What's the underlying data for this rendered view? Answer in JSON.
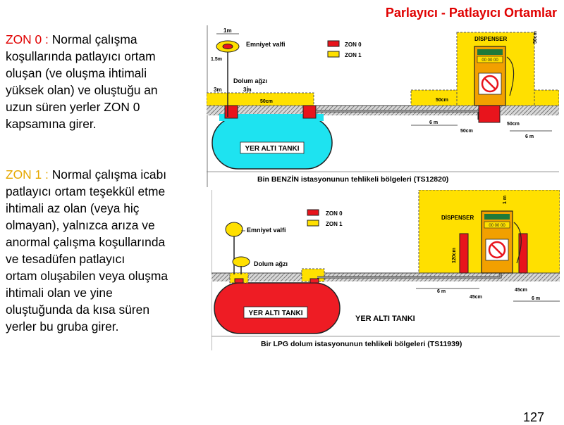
{
  "title": "Parlayıcı - Patlayıcı Ortamlar",
  "zone0": {
    "label": "ZON 0 :",
    "lines": [
      " Normal çalışma",
      "koşullarında patlayıcı ortam",
      "oluşan (ve oluşma ihtimali",
      "yüksek olan) ve oluştuğu an",
      "uzun süren yerler ZON 0",
      "kapsamına girer."
    ]
  },
  "zone1": {
    "label": "ZON 1 :",
    "lines": [
      " Normal çalışma icabı",
      "patlayıcı ortam teşekkül etme",
      "ihtimali az olan (veya hiç",
      "olmayan), yalnızca arıza ve",
      "anormal çalışma koşullarında",
      "ve tesadüfen patlayıcı",
      "ortam oluşabilen veya oluşma",
      "ihtimali olan ve yine",
      "oluştuğunda da kısa süren",
      "yerler bu gruba girer."
    ]
  },
  "diagram1": {
    "caption": "Bin BENZİN istasyonunun tehlikeli bölgeleri (TS12820)",
    "tank": "YER ALTI TANKI",
    "valve": "Emniyet valfi",
    "fill": "Dolum ağzı",
    "dispenser": "DİSPENSER",
    "legend_zon0": "ZON 0",
    "legend_zon1": "ZON 1",
    "d_1m": "1m",
    "d_15m": "1.5m",
    "d_3m_a": "3m",
    "d_3m_b": "3m",
    "d_50cm_a": "50cm",
    "d_50cm_b": "50cm",
    "d_50cm_c": "50cm",
    "d_50cm_d": "50cm",
    "d_50cm_e": "50cm",
    "d_6m_a": "6 m",
    "d_6m_b": "6 m",
    "pump_display": "00 00 00"
  },
  "diagram2": {
    "caption": "Bir LPG dolum istasyonunun tehlikeli bölgeleri (TS11939)",
    "tank": "YER ALTI TANKI",
    "tank_side": "YER ALTI TANKI",
    "valve": "Emniyet valfi",
    "fill": "Dolum ağzı",
    "dispenser": "DİSPENSER",
    "legend_zon0": "ZON 0",
    "legend_zon1": "ZON 1",
    "d_1m": "1 m",
    "d_120cm": "120cm",
    "d_6m_a": "6 m",
    "d_6m_b": "6 m",
    "d_45cm_a": "45cm",
    "d_45cm_b": "45cm",
    "pump_display": "00 00 00"
  },
  "colors": {
    "zon0": "#e8141c",
    "zon1": "#ffe000",
    "tank1": "#1ee3f0",
    "tank2": "#ee1c24",
    "title": "#e00000"
  },
  "page_number": "127"
}
